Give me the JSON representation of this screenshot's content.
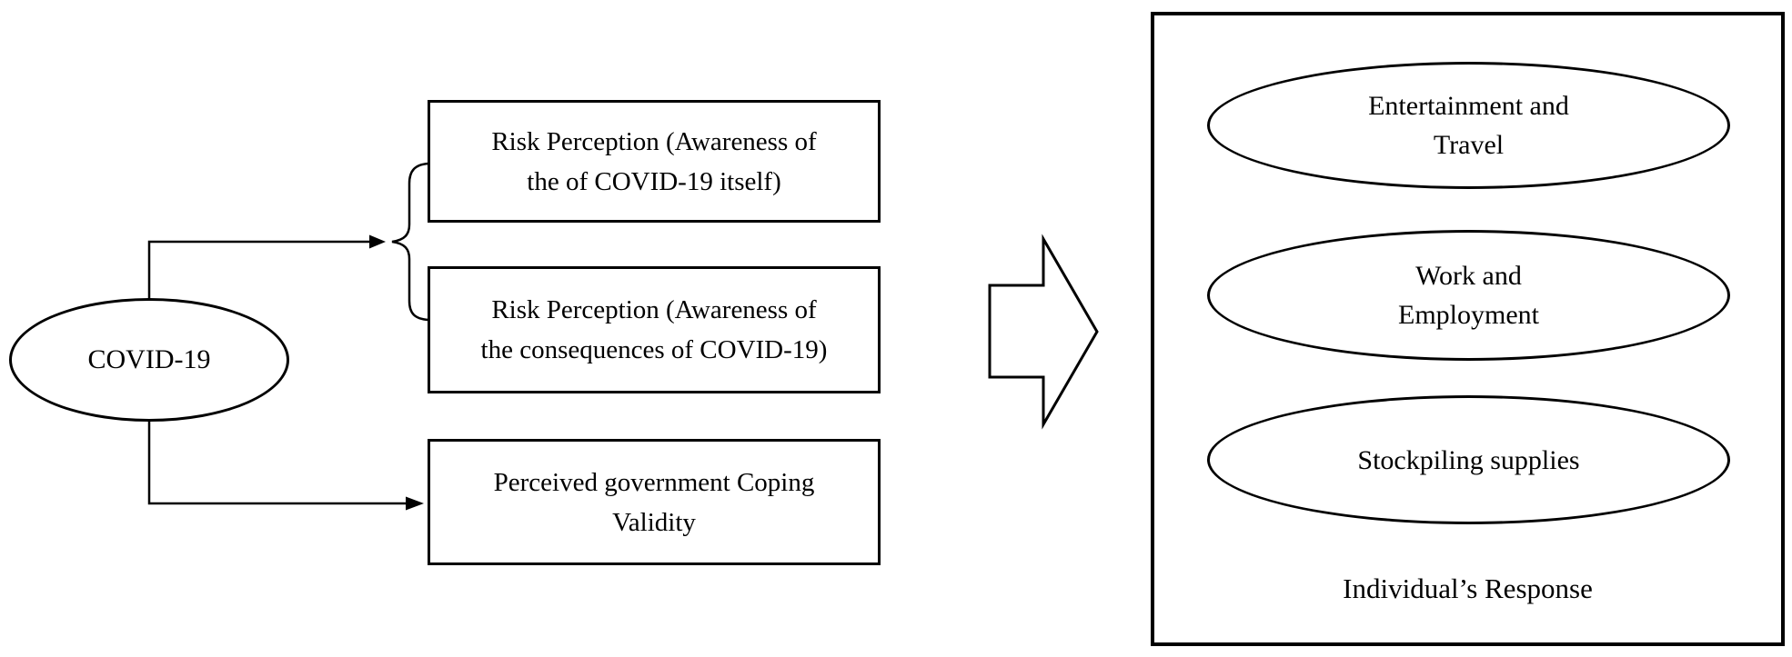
{
  "diagram": {
    "source": {
      "label": "COVID-19"
    },
    "factors": [
      {
        "lines": [
          "Risk Perception (Awareness of",
          "the of COVID-19 itself)"
        ]
      },
      {
        "lines": [
          "Risk Perception (Awareness of",
          "the consequences of COVID-19)"
        ]
      },
      {
        "lines": [
          "Perceived government Coping",
          "Validity"
        ]
      }
    ],
    "responses": {
      "items": [
        {
          "lines": [
            "Entertainment and",
            "Travel"
          ]
        },
        {
          "lines": [
            "Work and",
            "Employment"
          ]
        },
        {
          "lines": [
            "Stockpiling supplies"
          ]
        }
      ],
      "caption": "Individual’s Response"
    },
    "colors": {
      "stroke": "#000000",
      "background": "#ffffff"
    }
  }
}
